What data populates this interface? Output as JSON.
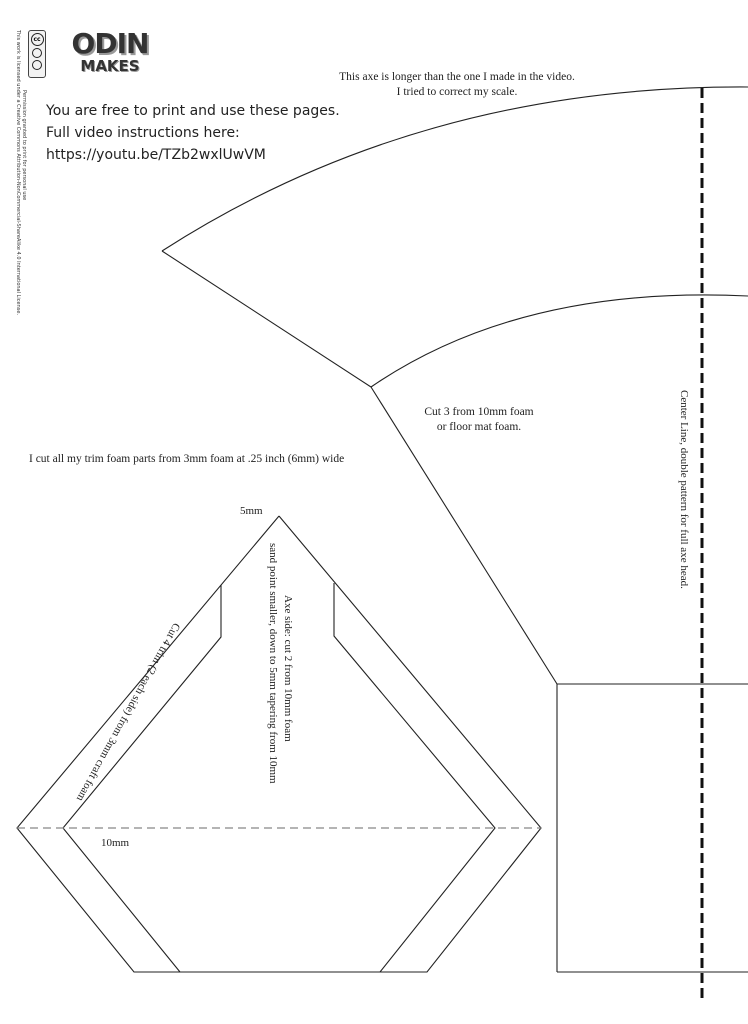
{
  "license": {
    "line1": "Permission granted to print for personal use",
    "line2": "This work is licensed under a Creative Commons Attribution-NonCommercial-ShareAlike 4.0 International License.",
    "badge": "cc"
  },
  "logo": {
    "top": "ODIN",
    "bottom": "MAKES"
  },
  "intro": {
    "line1": "You are free to print and use these pages.",
    "line2": "Full video instructions here:",
    "line3": "https://youtu.be/TZb2wxlUwVM"
  },
  "notes": {
    "scale_line1": "This axe is longer than the one I made in the video.",
    "scale_line2": "I tried to correct my scale.",
    "cut_line1": "Cut 3 from 10mm foam",
    "cut_line2": "or floor mat foam.",
    "trim_note": "I cut all my trim foam parts from 3mm foam at .25 inch (6mm) wide",
    "center_line": "Center Line, double pattern for full axe head.",
    "tip_label": "5mm",
    "axe_side_line1": "Axe side: cut 2 from 10mm foam",
    "axe_side_line2": "sand point smaller, down to 5mm tapering from 10mm",
    "trim_cut": "Cut 4 trim (2 each side) from 3mm craft foam",
    "base_label": "10mm"
  }
}
